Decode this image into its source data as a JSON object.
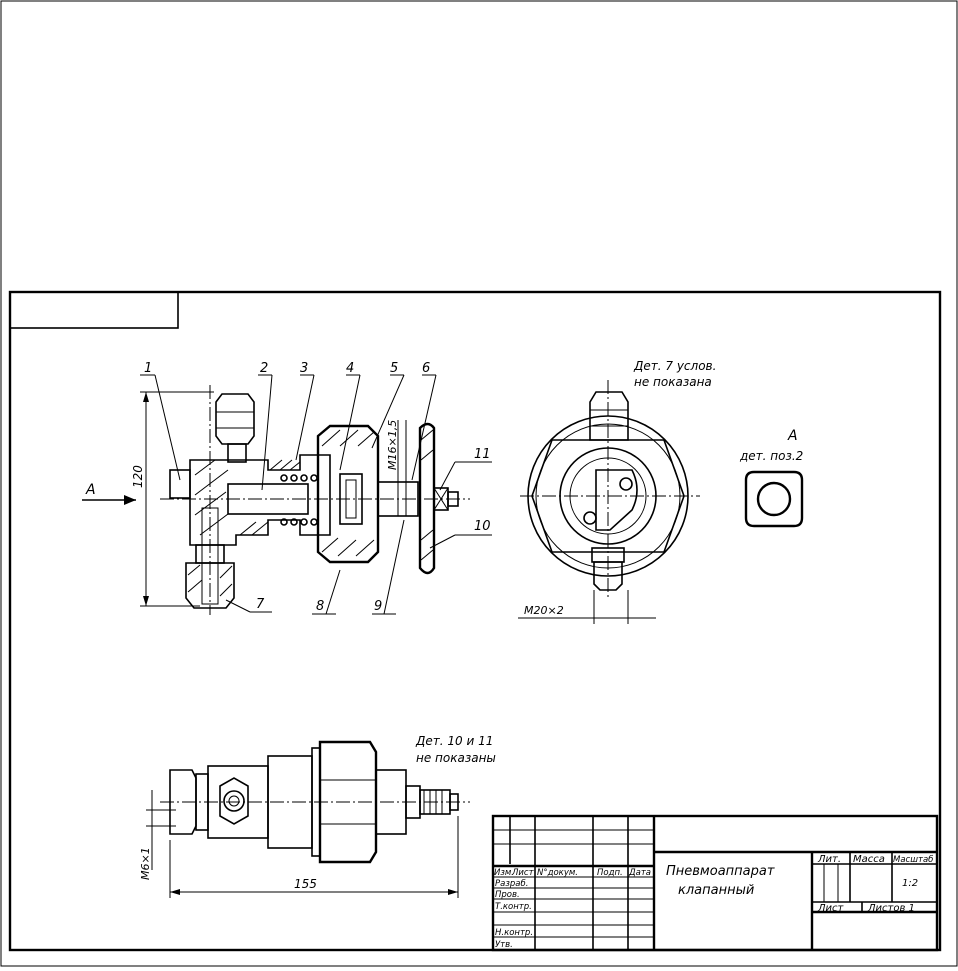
{
  "callouts": [
    "1",
    "2",
    "3",
    "4",
    "5",
    "6",
    "7",
    "8",
    "9",
    "10",
    "11"
  ],
  "dimensions": {
    "height_120": "120",
    "thread_m16": "M16×1,5",
    "thread_m20": "M20×2",
    "thread_m6": "M6×1",
    "length_155": "155"
  },
  "labels": {
    "view_a_arrow": "A",
    "view_a_title": "A",
    "view_a_sub": "дет. поз.2",
    "note_det7_line1": "Дет. 7 услов.",
    "note_det7_line2": "не показана",
    "note_det10_line1": "Дет. 10 и 11",
    "note_det10_line2": "не показаны"
  },
  "title_block": {
    "name_line1": "Пневмоаппарат",
    "name_line2": "клапанный",
    "col_izm": "Изм.",
    "col_list": "Лист",
    "col_ndokum": "N°докум.",
    "col_podp": "Подп.",
    "col_data": "Дата",
    "row_razrab": "Разраб.",
    "row_prov": "Пров.",
    "row_tkontr": "Т.контр.",
    "row_nkontr": "Н.контр.",
    "row_utv": "Утв.",
    "lit": "Лит.",
    "massa": "Масса",
    "masshtab": "Масштаб",
    "scale": "1:2",
    "sheet": "Лист",
    "sheets": "Листов 1"
  }
}
